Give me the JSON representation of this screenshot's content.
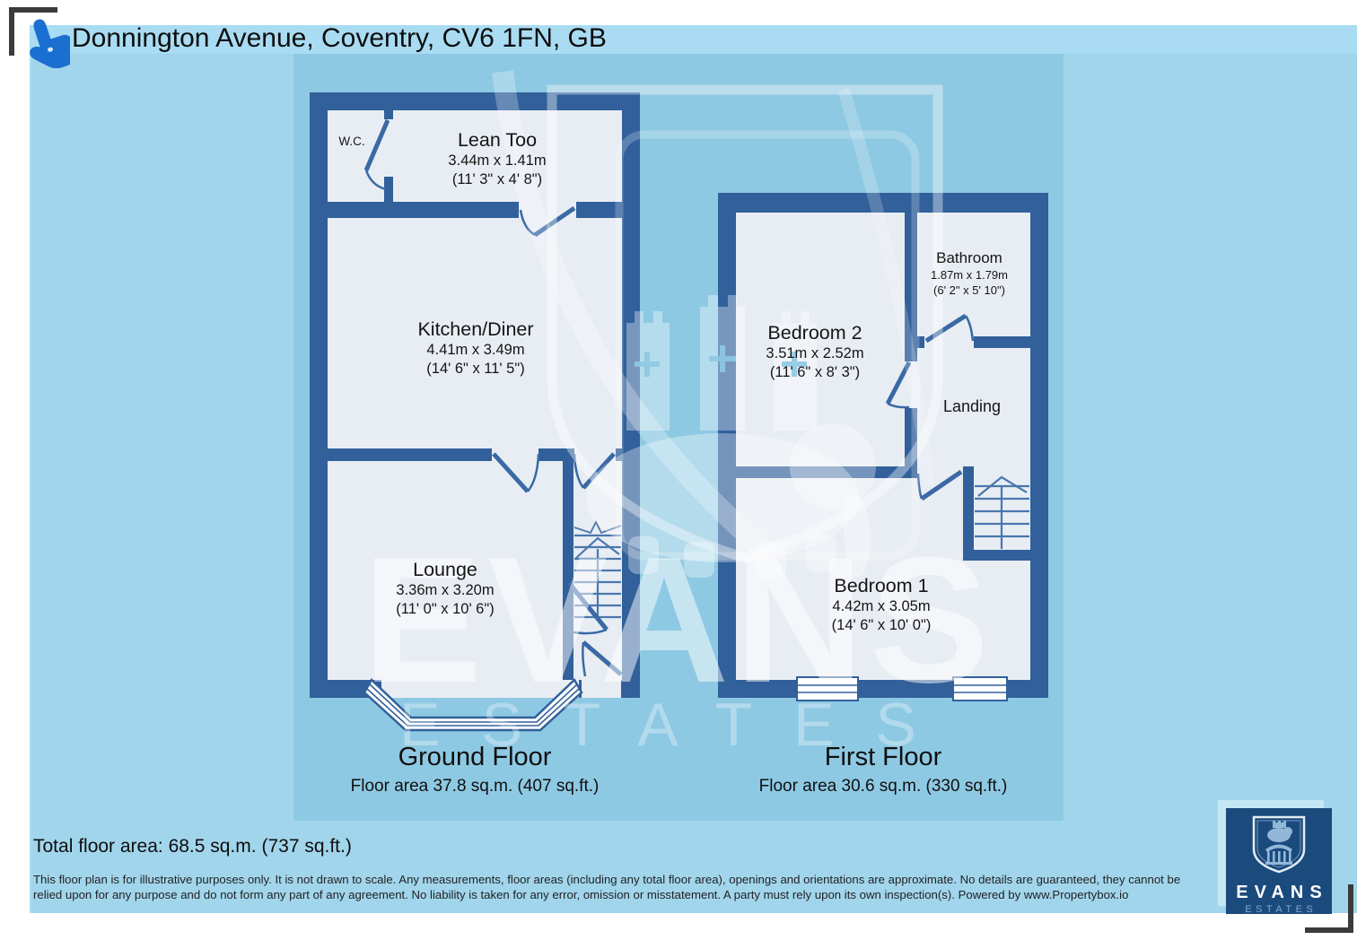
{
  "header": {
    "title": "Donnington Avenue, Coventry, CV6 1FN, GB"
  },
  "ground_floor": {
    "title": "Ground Floor",
    "floor_area": "Floor area 37.8 sq.m. (407 sq.ft.)",
    "rooms": [
      {
        "name": "W.C.",
        "dim_m": "",
        "dim_ft": ""
      },
      {
        "name": "Lean Too",
        "dim_m": "3.44m x 1.41m",
        "dim_ft": "(11' 3\" x 4' 8\")"
      },
      {
        "name": "Kitchen/Diner",
        "dim_m": "4.41m x 3.49m",
        "dim_ft": "(14' 6\" x 11' 5\")"
      },
      {
        "name": "Lounge",
        "dim_m": "3.36m x 3.20m",
        "dim_ft": "(11' 0\" x 10' 6\")"
      }
    ]
  },
  "first_floor": {
    "title": "First Floor",
    "floor_area": "Floor area 30.6 sq.m. (330 sq.ft.)",
    "rooms": [
      {
        "name": "Bathroom",
        "dim_m": "1.87m x 1.79m",
        "dim_ft": "(6' 2\" x 5' 10\")"
      },
      {
        "name": "Bedroom 2",
        "dim_m": "3.51m x 2.52m",
        "dim_ft": "(11' 6\" x 8' 3\")"
      },
      {
        "name": "Landing",
        "dim_m": "",
        "dim_ft": ""
      },
      {
        "name": "Bedroom 1",
        "dim_m": "4.42m x 3.05m",
        "dim_ft": "(14' 6\" x 10' 0\")"
      }
    ]
  },
  "summary": {
    "total_floor_area": "Total floor area: 68.5 sq.m. (737 sq.ft.)"
  },
  "disclaimer": "This floor plan is for illustrative purposes only. It is not drawn to scale. Any measurements, floor areas (including any total floor area), openings and orientations are approximate. No details are guaranteed, they cannot be relied upon for any purpose and do not form any part of any agreement. No liability is taken for any error, omission or misstatement. A party must rely upon its own inspection(s). Powered by www.Propertybox.io",
  "logo": {
    "brand": "EVANS",
    "sub": "ESTATES"
  },
  "watermark": {
    "line1": "EVANS",
    "line2": "ESTATES"
  },
  "colors": {
    "wall": "#31609b",
    "room": "#e8edf4",
    "background": "#a9dcf3",
    "inner_background": "#a1d5ec",
    "panel": "#8ec9e3",
    "logo_background": "#1b4a7d",
    "logo_sub_text": "#7fa9d0",
    "pin_blue": "#1a6fd0"
  }
}
